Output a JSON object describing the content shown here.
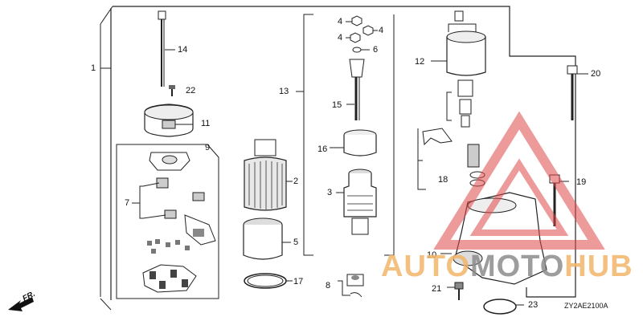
{
  "callouts": [
    {
      "id": "label-1",
      "text": "1"
    },
    {
      "id": "label-2",
      "text": "2"
    },
    {
      "id": "label-3",
      "text": "3"
    },
    {
      "id": "label-4a",
      "text": "4"
    },
    {
      "id": "label-4b",
      "text": "4"
    },
    {
      "id": "label-4c",
      "text": "4"
    },
    {
      "id": "label-5",
      "text": "5"
    },
    {
      "id": "label-6",
      "text": "6"
    },
    {
      "id": "label-7",
      "text": "7"
    },
    {
      "id": "label-8",
      "text": "8"
    },
    {
      "id": "label-9",
      "text": "9"
    },
    {
      "id": "label-10",
      "text": "10"
    },
    {
      "id": "label-11",
      "text": "11"
    },
    {
      "id": "label-12",
      "text": "12"
    },
    {
      "id": "label-13",
      "text": "13"
    },
    {
      "id": "label-14",
      "text": "14"
    },
    {
      "id": "label-15",
      "text": "15"
    },
    {
      "id": "label-16",
      "text": "16"
    },
    {
      "id": "label-17",
      "text": "17"
    },
    {
      "id": "label-18",
      "text": "18"
    },
    {
      "id": "label-19",
      "text": "19"
    },
    {
      "id": "label-20",
      "text": "20"
    },
    {
      "id": "label-21",
      "text": "21"
    },
    {
      "id": "label-22",
      "text": "22"
    },
    {
      "id": "label-23",
      "text": "23"
    }
  ],
  "diagram_code": "ZY2AE2100A",
  "front_marker": "FR.",
  "watermark": {
    "part1": "AUTO",
    "part2": "MOTO",
    "part3": "HUB",
    "color_orange": "#f2b66a",
    "color_gray": "#8c8c8c",
    "color_red": "#e04848"
  }
}
